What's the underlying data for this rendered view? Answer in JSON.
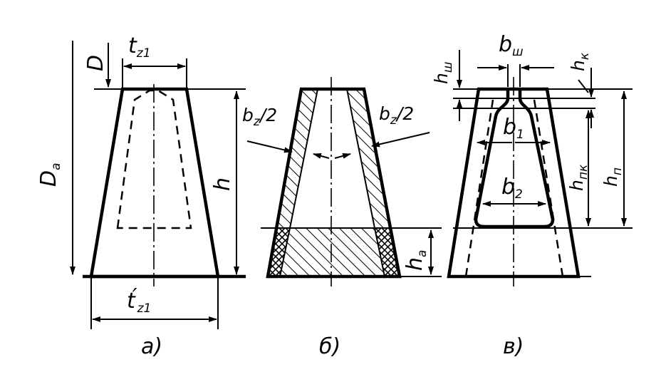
{
  "labels": {
    "a": {
      "D": "D",
      "Da": "D",
      "Da_sub": "a",
      "h": "h",
      "tz1": "t",
      "tz1_sub": "z1",
      "tz1p": "t",
      "tz1p_prime": "′",
      "tz1p_sub": "z1"
    },
    "b": {
      "bz_left": "b",
      "bz_left_sub": "z",
      "bz_left_rest": "/2",
      "bz_right": "b",
      "bz_right_sub": "z",
      "bz_right_rest": "/2",
      "ha": "h",
      "ha_sub": "a"
    },
    "c": {
      "bsh": "b",
      "bsh_sub": "ш",
      "hk": "h",
      "hk_sub": "к",
      "hsh": "h",
      "hsh_sub": "ш",
      "b1": "b",
      "b1_sub": "1",
      "b2": "b",
      "b2_sub": "2",
      "hpk": "h",
      "hpk_sub": "пк",
      "hp": "h",
      "hp_sub": "п"
    }
  },
  "captions": {
    "a": "а)",
    "b": "б)",
    "c": "в)"
  }
}
